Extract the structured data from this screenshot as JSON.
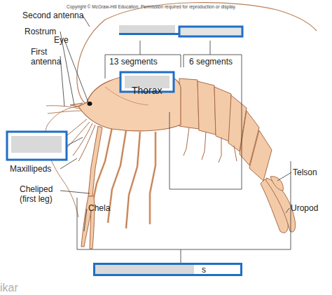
{
  "diagram": {
    "nodes": [
      {
        "text": [
          "s"
        ]
      }
    ],
    "labels": [
      "Copyright © McGraw-Hill Education. Permission required for reproduction or display.",
      "Second antenna",
      "Rostrum",
      "Eye",
      "First antenna",
      "13 segments",
      "6 segments",
      "Thorax",
      "Maxillipeds",
      "Cheliped (first leg)",
      "Chela",
      "Telson",
      "Uropod",
      "ikar"
    ]
  }
}
